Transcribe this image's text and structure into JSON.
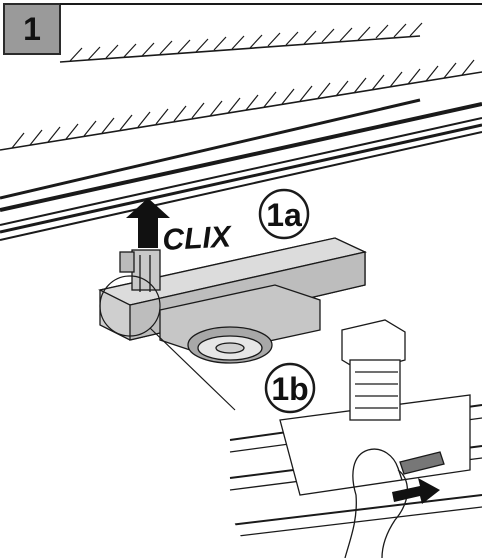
{
  "step": {
    "number": "1"
  },
  "labels": {
    "action": "CLIX",
    "substep_a": "1a",
    "substep_b": "1b"
  },
  "colors": {
    "step_box_fill": "#9a9a9a",
    "device_fill": "#cfcfcf",
    "line": "#1a1a1a",
    "arrow": "#111111"
  }
}
